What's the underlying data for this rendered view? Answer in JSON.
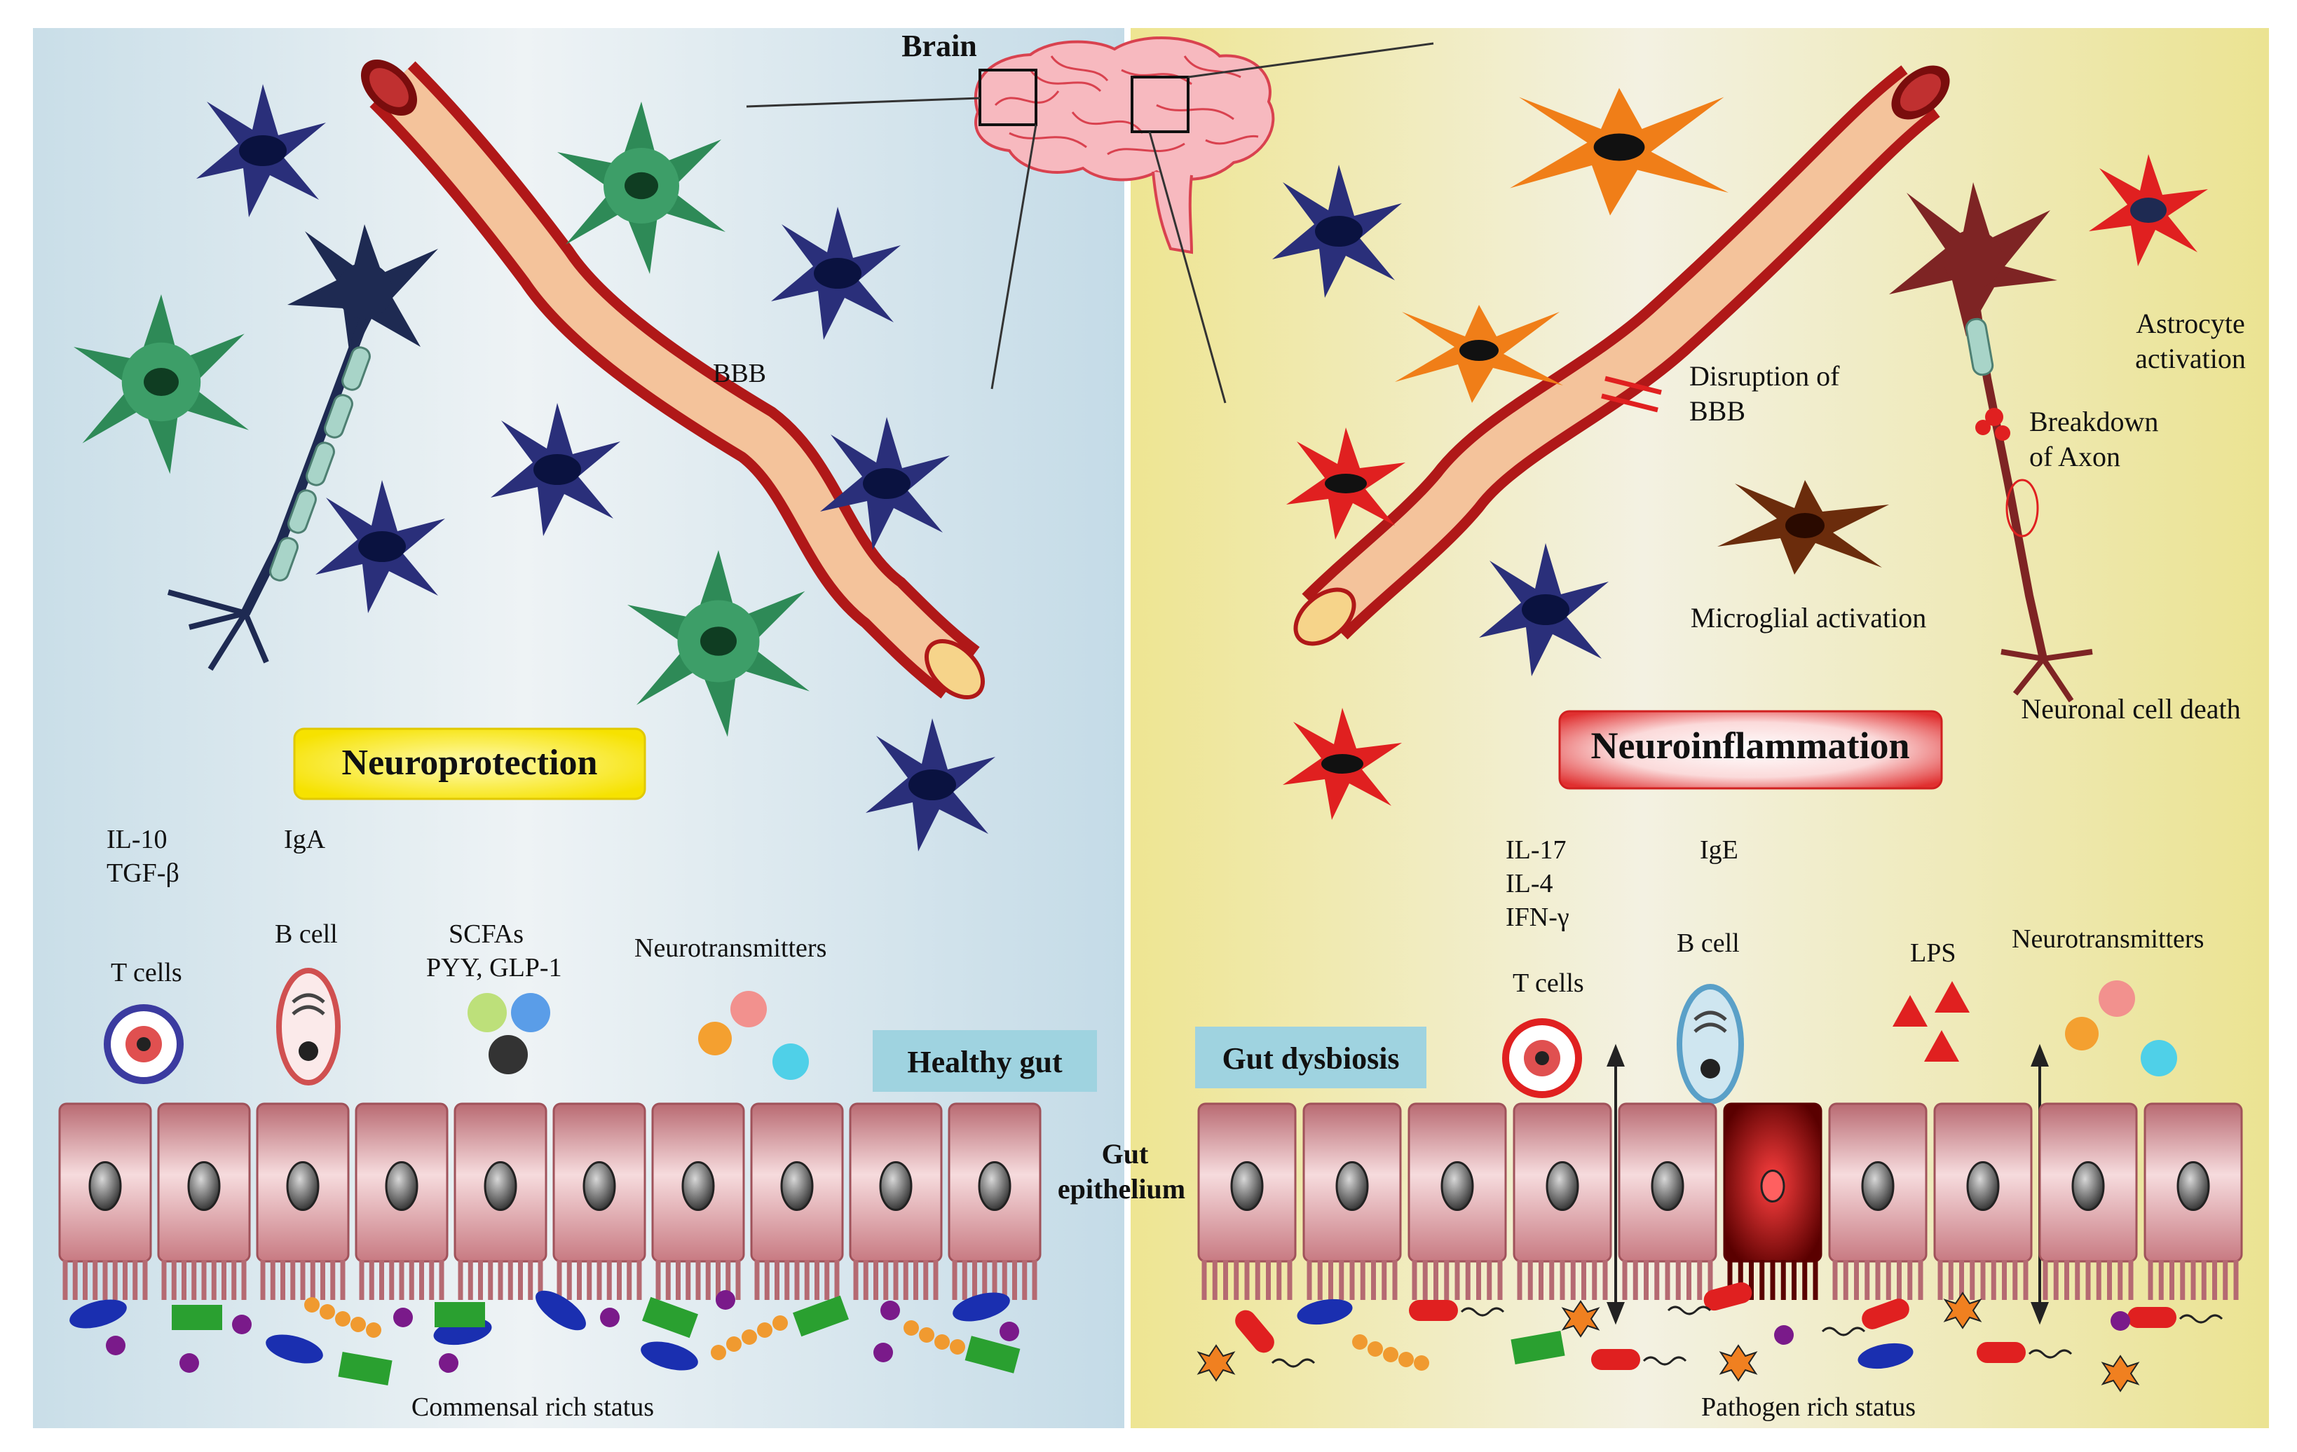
{
  "brain": {
    "label": "Brain"
  },
  "left_panel": {
    "bbb_label": "BBB",
    "state_label": "Neuroprotection",
    "cytokines": [
      "IL-10",
      "TGF-β"
    ],
    "antibody": "IgA",
    "t_cells": "T cells",
    "b_cell": "B cell",
    "metabolites": [
      "SCFAs",
      "PYY, GLP-1"
    ],
    "neurotransmitters": "Neurotransmitters",
    "gut_state": "Healthy gut",
    "microbiota_status": "Commensal rich status"
  },
  "center": {
    "epithelium_label": [
      "Gut",
      "epithelium"
    ]
  },
  "right_panel": {
    "bbb_label": [
      "Disruption of",
      "BBB"
    ],
    "astrocyte": [
      "Astrocyte",
      "activation"
    ],
    "axon": [
      "Breakdown",
      "of Axon"
    ],
    "microglia": "Microglial activation",
    "neuronal_death": "Neuronal cell death",
    "state_label": "Neuroinflammation",
    "cytokines": [
      "IL-17",
      "IL-4",
      "IFN-γ"
    ],
    "antibody": "IgE",
    "t_cells": "T cells",
    "b_cell": "B cell",
    "lps": "LPS",
    "neurotransmitters": "Neurotransmitters",
    "gut_state": "Gut dysbiosis",
    "microbiota_status": "Pathogen rich status"
  },
  "colors": {
    "left_bg": "#d5e6ee",
    "right_bg": "#eee79e",
    "label_box": "#9fd3e0",
    "vessel_outer": "#b01818",
    "vessel_inner": "#f4c39b",
    "neuron_blue": "#2a2f7a",
    "glia_green": "#2e8a57",
    "glia_red": "#e02020",
    "glia_orange": "#f07e18",
    "microglia_brown": "#6b2c0c",
    "neuron_maroon": "#7e2424"
  }
}
